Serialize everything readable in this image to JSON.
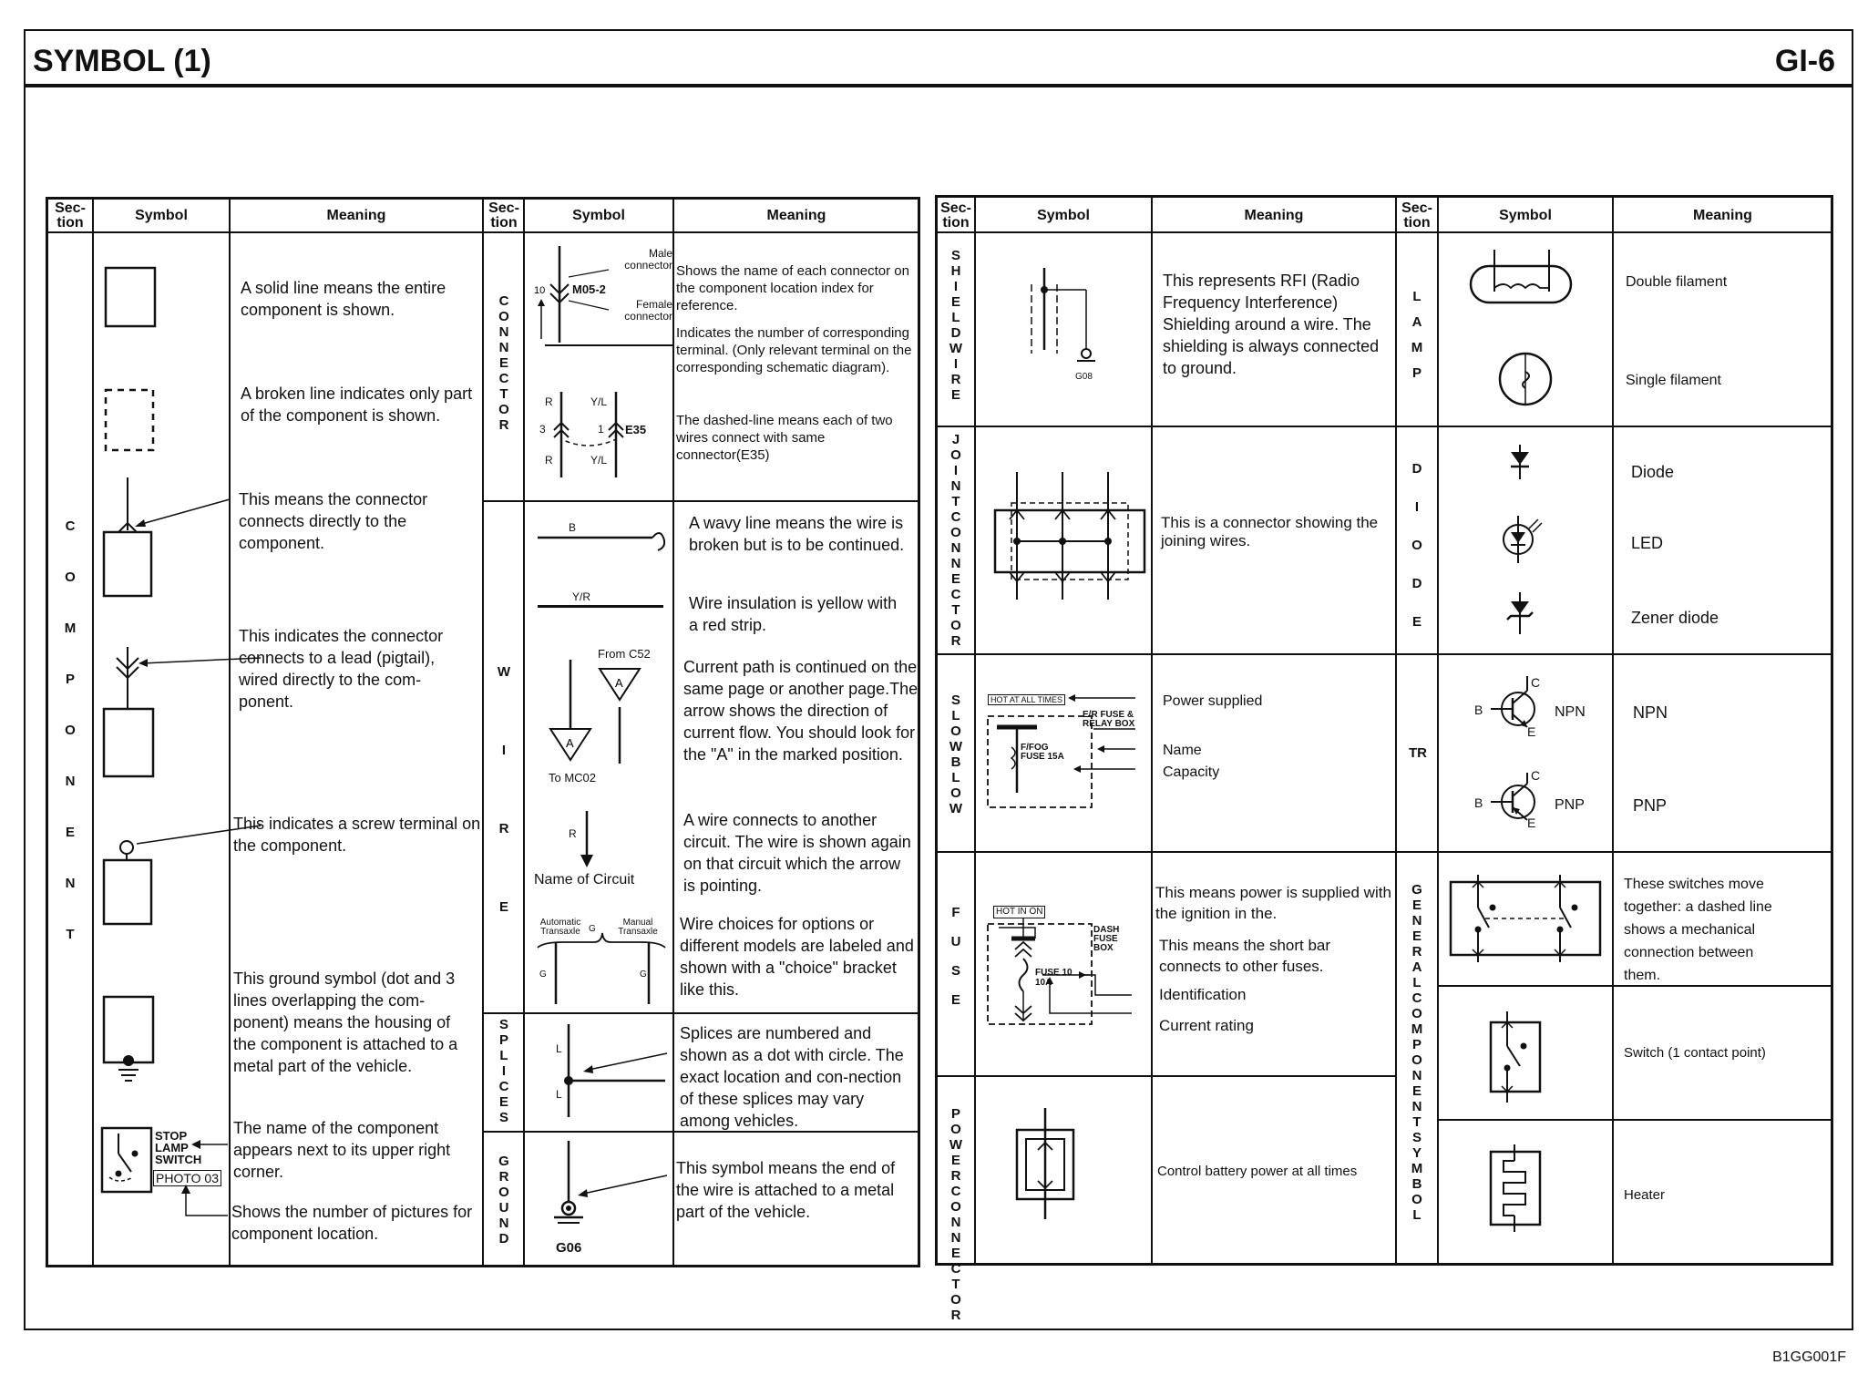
{
  "header": {
    "title": "SYMBOL (1)",
    "page": "GI-6"
  },
  "footer": {
    "code": "B1GG001F"
  },
  "columns": {
    "section": "Sec-\ntion",
    "symbol": "Symbol",
    "meaning": "Meaning"
  },
  "sections": {
    "component": "COMPONENT",
    "connector": "CONNECTOR",
    "wire": "WIRE",
    "splices": "SPLICES",
    "ground": "GROUND",
    "shield_wire": "SHIELDWIRE",
    "joint_connector": "JOINTCONNECTOR",
    "slow_blow": "SLOWBLOW",
    "fuse": "FUSE",
    "power_connector": "POWERCONNECTOR",
    "lamp": "LAMP",
    "diode": "DIODE",
    "tr": "TR",
    "general_component_symbol": "GENERALCOMPONENTSYMBOL"
  },
  "component": {
    "solid_line": "A solid line means the entire component is shown.",
    "broken_line": "A broken line indicates only part of the component is shown.",
    "connector_direct": "This means the connector connects directly to the component.",
    "connector_lead": "This indicates the connector connects to a lead (pigtail), wired directly to the com-ponent.",
    "screw_terminal": "This indicates a screw terminal on the component.",
    "ground_symbol": "This ground symbol (dot and 3 lines overlapping the com-ponent) means the housing of the component is attached to a metal part of the vehicle.",
    "name_next": "The name of the component appears next to its upper right corner.",
    "photo_number": "Shows the number of pictures for component location.",
    "label_stop": "STOP",
    "label_lamp": "LAMP",
    "label_switch": "SWITCH",
    "label_photo": "PHOTO 03"
  },
  "connector": {
    "name_meaning": "Shows the name of each connector on the component location index for reference.",
    "terminal_meaning": "Indicates the number of corresponding terminal. (Only relevant terminal on the corresponding schematic diagram).",
    "dashed_meaning": "The dashed-line means each of two wires connect with same connector(E35)",
    "sym_male": "Male connector",
    "sym_female": "Female connector",
    "sym_name": "M05-2",
    "sym_num": "10",
    "sym_r": "R",
    "sym_yl": "Y/L",
    "sym_3": "3",
    "sym_1": "1",
    "sym_e35": "E35"
  },
  "wire": {
    "wavy": "A wavy line means the wire is broken but is to be continued.",
    "yellow": "Wire insulation is yellow with a red strip.",
    "current_path": "Current path is continued on the same page or another page.The arrow shows the direction of current flow. You should look for the \"A\" in the marked position.",
    "connects_another": "A wire connects to another circuit. The wire is shown again on that circuit which the arrow is pointing.",
    "choices": "Wire choices for options or different models are labeled and shown with a \"choice\" bracket like this.",
    "sym_b": "B",
    "sym_yr": "Y/R",
    "sym_from": "From C52",
    "sym_to": "To MC02",
    "sym_a": "A",
    "sym_r": "R",
    "sym_name": "Name of Circuit",
    "sym_auto": "Automatic Transaxle",
    "sym_manual": "Manual Transaxle",
    "sym_g": "G"
  },
  "splices": {
    "meaning": "Splices are numbered and shown as a dot with circle. The exact location and con-nection of these splices may vary among vehicles.",
    "sym_l": "L"
  },
  "ground": {
    "meaning": "This symbol means the end of the wire is attached to a metal part of the vehicle.",
    "sym_g06": "G06"
  },
  "shield_wire": {
    "meaning": "This represents RFI (Radio Frequency Interference) Shielding around a wire. The shielding is always connected to ground.",
    "sym_g08": "G08"
  },
  "joint_connector": {
    "meaning": "This is a connector showing the joining wires."
  },
  "slow_blow": {
    "power": "Power supplied",
    "name": "Name",
    "capacity": "Capacity",
    "sym_hot": "HOT AT ALL TIMES",
    "sym_box": "E/R FUSE & RELAY BOX",
    "sym_fuse": "F/FOG FUSE 15A"
  },
  "fuse": {
    "power_ignition": "This means power is supplied with the ignition in the.",
    "short_bar": "This means the short bar connects to other fuses.",
    "identification": "Identification",
    "rating": "Current rating",
    "sym_hot": "HOT IN ON",
    "sym_box": "DASH FUSE BOX",
    "sym_fuse": "FUSE 10 10A"
  },
  "power_connector": {
    "meaning": "Control battery power at all times"
  },
  "lamp": {
    "double": "Double filament",
    "single": "Single filament"
  },
  "diode": {
    "diode": "Diode",
    "led": "LED",
    "zener": "Zener diode"
  },
  "tr": {
    "npn": "NPN",
    "pnp": "PNP",
    "sym_b": "B",
    "sym_c": "C",
    "sym_e": "E"
  },
  "general": {
    "together": "These switches move together: a dashed line shows a mechanical connection between them.",
    "switch1": "Switch (1 contact point)",
    "heater": "Heater"
  }
}
